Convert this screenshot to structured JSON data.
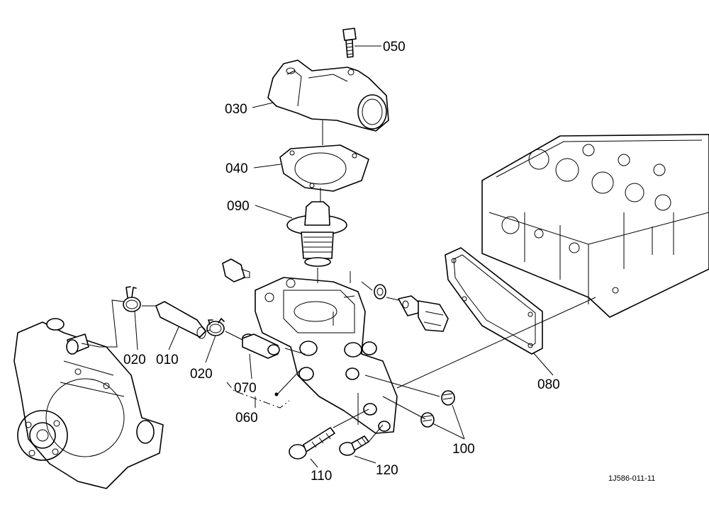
{
  "callouts": {
    "p050": "050",
    "p030": "030",
    "p040": "040",
    "p090": "090",
    "p020a": "020",
    "p010": "010",
    "p020b": "020",
    "p070": "070",
    "p060": "060",
    "p080": "080",
    "p100": "100",
    "p110": "110",
    "p120": "120"
  },
  "drawing_ref": "1J586-011-11"
}
